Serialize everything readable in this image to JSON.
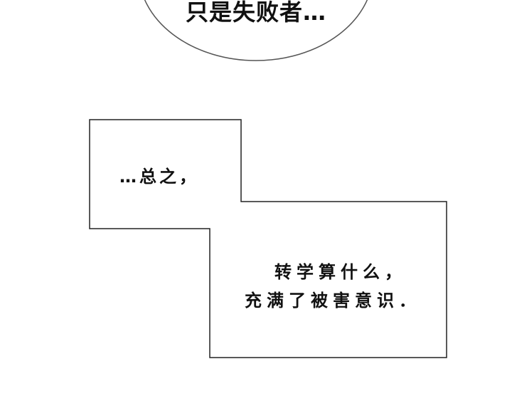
{
  "panel": {
    "speech_bubble": {
      "text": "只是失败者…"
    },
    "narration_box_1": {
      "text": "…总之，"
    },
    "narration_box_2": {
      "lines": [
        "转学算什么，",
        "充满了被害意识．"
      ]
    }
  },
  "colors": {
    "background": "#ffffff",
    "outline": "#222222",
    "bubble_outline": "#555555",
    "text": "#111111"
  }
}
